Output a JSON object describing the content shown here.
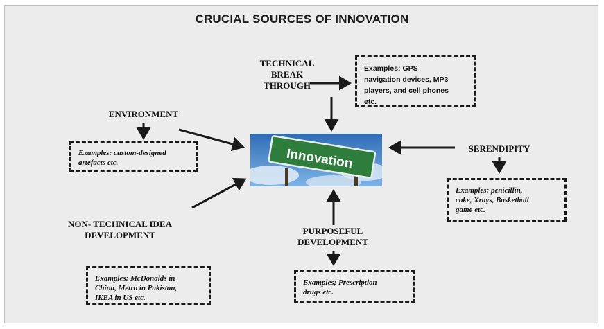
{
  "title": "CRUCIAL SOURCES OF INNOVATION",
  "center": {
    "sign_text": "Innovation"
  },
  "nodes": {
    "technical": {
      "label_line1": "TECHNICAL BREAK",
      "label_line2": "THROUGH",
      "example_line1": "Examples: GPS",
      "example_line2": "navigation devices, MP3",
      "example_line3": "players, and cell phones",
      "example_line4": "etc."
    },
    "environment": {
      "label": "ENVIRONMENT",
      "example_line1": "Examples: custom-designed",
      "example_line2": "artefacts etc."
    },
    "serendipity": {
      "label": "SERENDIPITY",
      "example_line1": "Examples: penicillin,",
      "example_line2": "coke, Xrays, Basketball",
      "example_line3": "game etc."
    },
    "nontechnical": {
      "label_line1": "NON- TECHNICAL IDEA",
      "label_line2": "DEVELOPMENT",
      "example_line1": "Examples: McDonalds in",
      "example_line2": "China, Metro in Pakistan,",
      "example_line3": "IKEA in US etc."
    },
    "purposeful": {
      "label_line1": "PURPOSEFUL",
      "label_line2": "DEVELOPMENT",
      "example_line1": "Examples; Prescription",
      "example_line2": "drugs etc."
    }
  },
  "colors": {
    "background": "#ececec",
    "sky": "#3f7fc4",
    "sign": "#2e7d3c",
    "sign_border": "#e8efe8",
    "ink": "#111111"
  }
}
